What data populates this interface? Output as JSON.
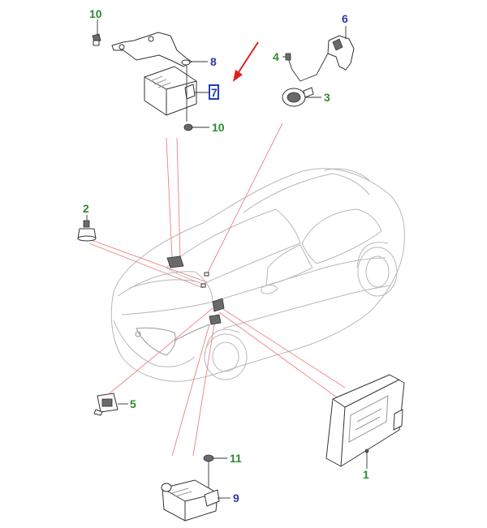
{
  "colors": {
    "green_callout": "#2e8b2e",
    "blue_callout": "#2a3aa8",
    "guide_lines": "#f08080",
    "pointer_arrow": "#e02020",
    "highlight_box": "#1f3fbf"
  },
  "callouts": {
    "c1": "1",
    "c2": "2",
    "c3": "3",
    "c4": "4",
    "c5": "5",
    "c6": "6",
    "c7": "7",
    "c8": "8",
    "c9": "9",
    "c10a": "10",
    "c10b": "10",
    "c11": "11"
  },
  "icons": {
    "pointer": "red-arrow-icon"
  }
}
